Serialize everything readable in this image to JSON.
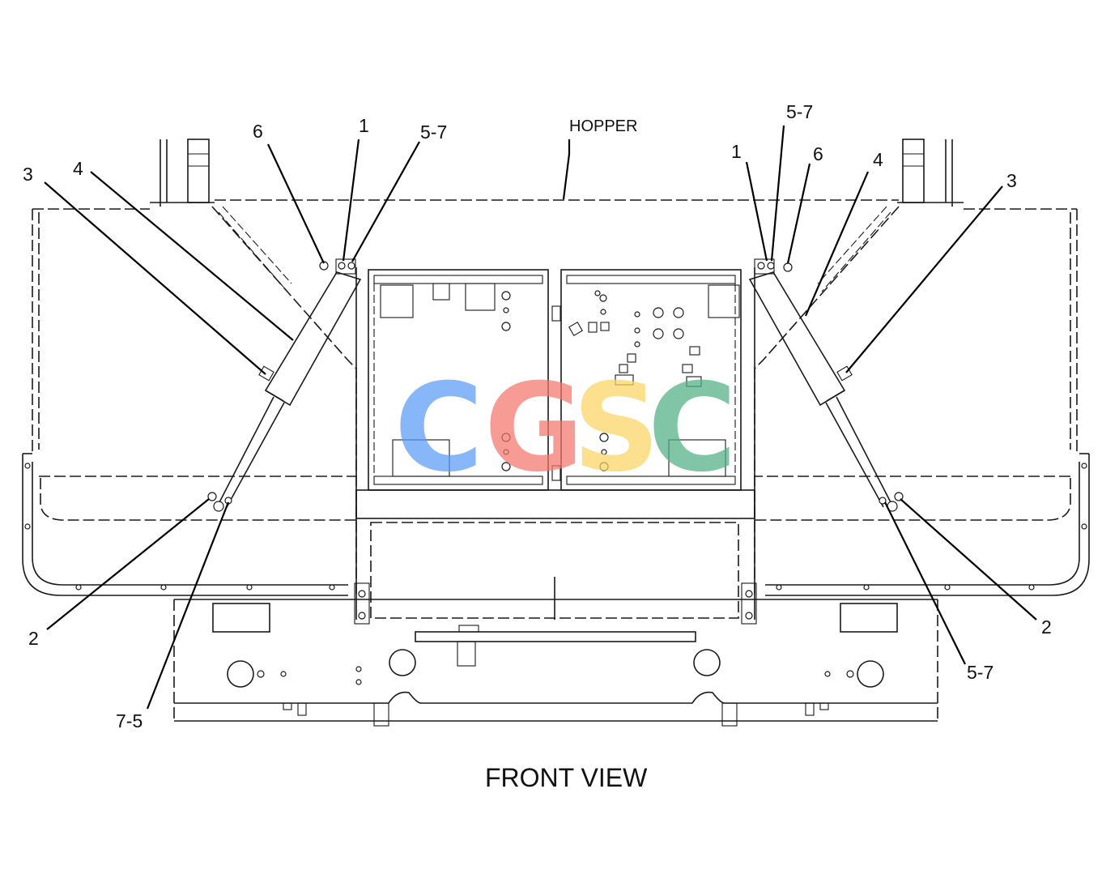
{
  "view_title": "FRONT VIEW",
  "hopper_label": "HOPPER",
  "watermark": {
    "letters": [
      "C",
      "G",
      "S",
      "C"
    ],
    "colors": [
      "#5b9cf8",
      "#f4776b",
      "#fdd562",
      "#4fb085"
    ]
  },
  "callouts": {
    "left": {
      "c3": "3",
      "c4": "4",
      "c6": "6",
      "c1": "1",
      "c57": "5-7",
      "c2": "2",
      "c75": "7-5"
    },
    "right": {
      "c1": "1",
      "c57_top": "5-7",
      "c6": "6",
      "c4": "4",
      "c3": "3",
      "c2": "2",
      "c57_bottom": "5-7"
    }
  }
}
